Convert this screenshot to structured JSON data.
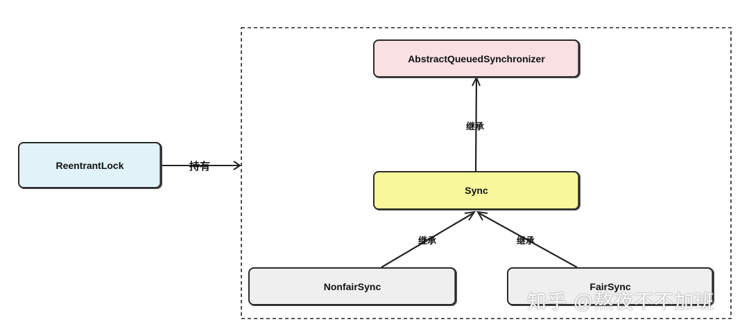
{
  "nodes": {
    "reentrant_lock": {
      "label": "ReentrantLock",
      "fill": "#e2f2f9"
    },
    "aqs": {
      "label": "AbstractQueuedSynchronizer",
      "fill": "#f8e0e3"
    },
    "sync": {
      "label": "Sync",
      "fill": "#f9f79b"
    },
    "nonfair_sync": {
      "label": "NonfairSync",
      "fill": "#efefef"
    },
    "fair_sync": {
      "label": "FairSync",
      "fill": "#efefef"
    }
  },
  "edges": {
    "holds_label": "持有",
    "inherit_sync_aqs": "继承",
    "inherit_nonfair_sync": "继承",
    "inherit_fair_sync": "继承"
  },
  "watermark": "知乎 @熬夜不不加班"
}
